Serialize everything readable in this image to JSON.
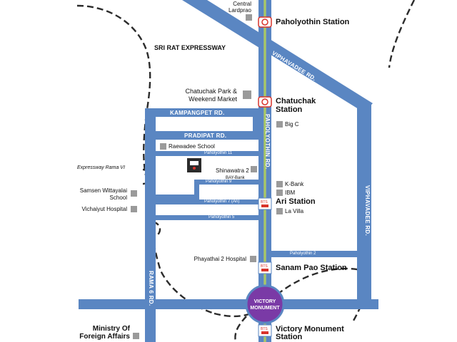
{
  "expressway": "SRI RAT EXPRESSWAY",
  "roads": {
    "kampangpet": "KAMPANGPET RD.",
    "pradipat": "PRADIPAT RD.",
    "paholyothin": "PAHOLYOTHIN RD.",
    "viphavadee_top": "VIPHAVADEE RD.",
    "viphavadee_side": "VIPHAVADEE RD.",
    "rama6": "RAMA 6 RD.",
    "soi_11": "Paholyothin 11",
    "soi_9": "Paholyothin 9",
    "soi_7": "Paholyothin 7 (Ari)",
    "soi_5": "Paholyothin 5",
    "soi_2": "Paholyothin 2"
  },
  "stations": {
    "paholyothin": "Paholyothin Station",
    "chatuchak_1": "Chatuchak",
    "chatuchak_2": "Station",
    "ari": "Ari Station",
    "sanam_pao": "Sanam Pao Station",
    "victory_1": "Victory Monument",
    "victory_2": "Station"
  },
  "monument": {
    "line1": "VICTORY",
    "line2": "MONUMENT"
  },
  "places": {
    "central_1": "Central",
    "central_2": "Lardprao",
    "chatuchak_park_1": "Chatuchak Park &",
    "chatuchak_park_2": "Weekend Market",
    "big_c": "Big C",
    "raewadee": "Raewadee School",
    "expressway_rama6": "Expressway Rama VI",
    "shinawatra": "Shinawatra 2",
    "bay_bank": "BAY-Bank",
    "k_bank": "K-Bank",
    "ibm": "IBM",
    "samsen_1": "Samsen Wittayalai",
    "samsen_2": "School",
    "vichaiyut": "Vichaiyut Hospital",
    "la_villa": "La Villa",
    "phayathai": "Phayathai 2 Hospital",
    "ministry_1": "Ministry Of",
    "ministry_2": "Foreign Affairs"
  },
  "colors": {
    "road": "#5a86c2",
    "rail": "#d8d65a",
    "monument": "#7a3aa6",
    "bts_red": "#d9342b",
    "building": "#9a9a9a"
  }
}
